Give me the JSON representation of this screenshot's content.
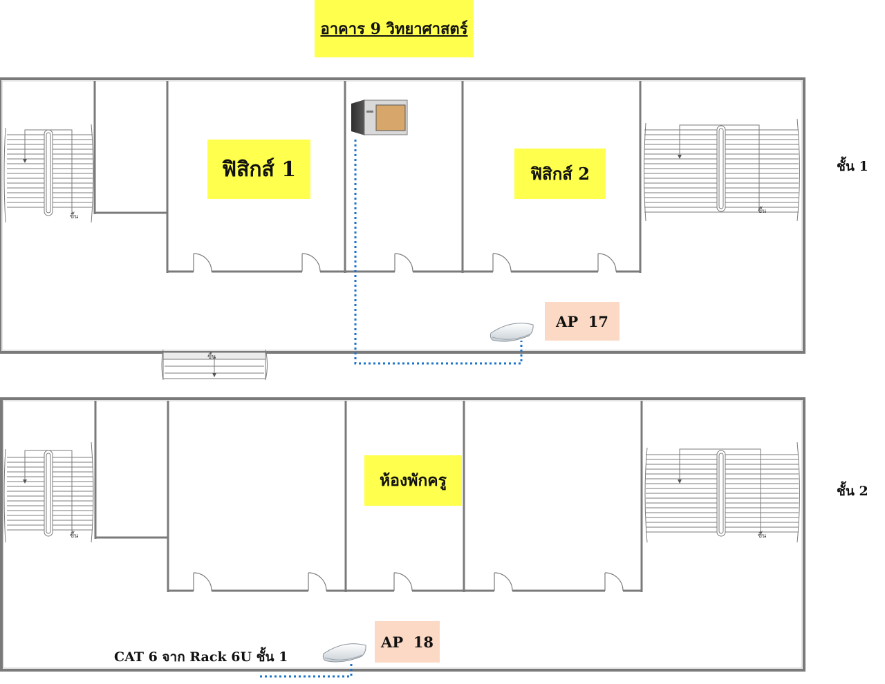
{
  "title": "อาคาร 9 วิทยาศาสตร์",
  "floors": [
    {
      "label": "ชั้น 1",
      "rooms": [
        "ฟิสิกส์ 1",
        "ฟิสิกส์ 2"
      ],
      "ap": "AP  17"
    },
    {
      "label": "ชั้น 2",
      "rooms": [
        "ห้องพักครู"
      ],
      "ap": "AP  18",
      "cable_note": "CAT 6 จาก Rack 6U ชั้น 1"
    }
  ],
  "stair_mark": "ขึ้น",
  "colors": {
    "label_bg": "#ffff4d",
    "ap_bg": "#fbd9c4",
    "cable": "#1a73c9",
    "wall": "#7a7a7a"
  },
  "icons": [
    "network-rack-icon",
    "access-point-icon"
  ]
}
